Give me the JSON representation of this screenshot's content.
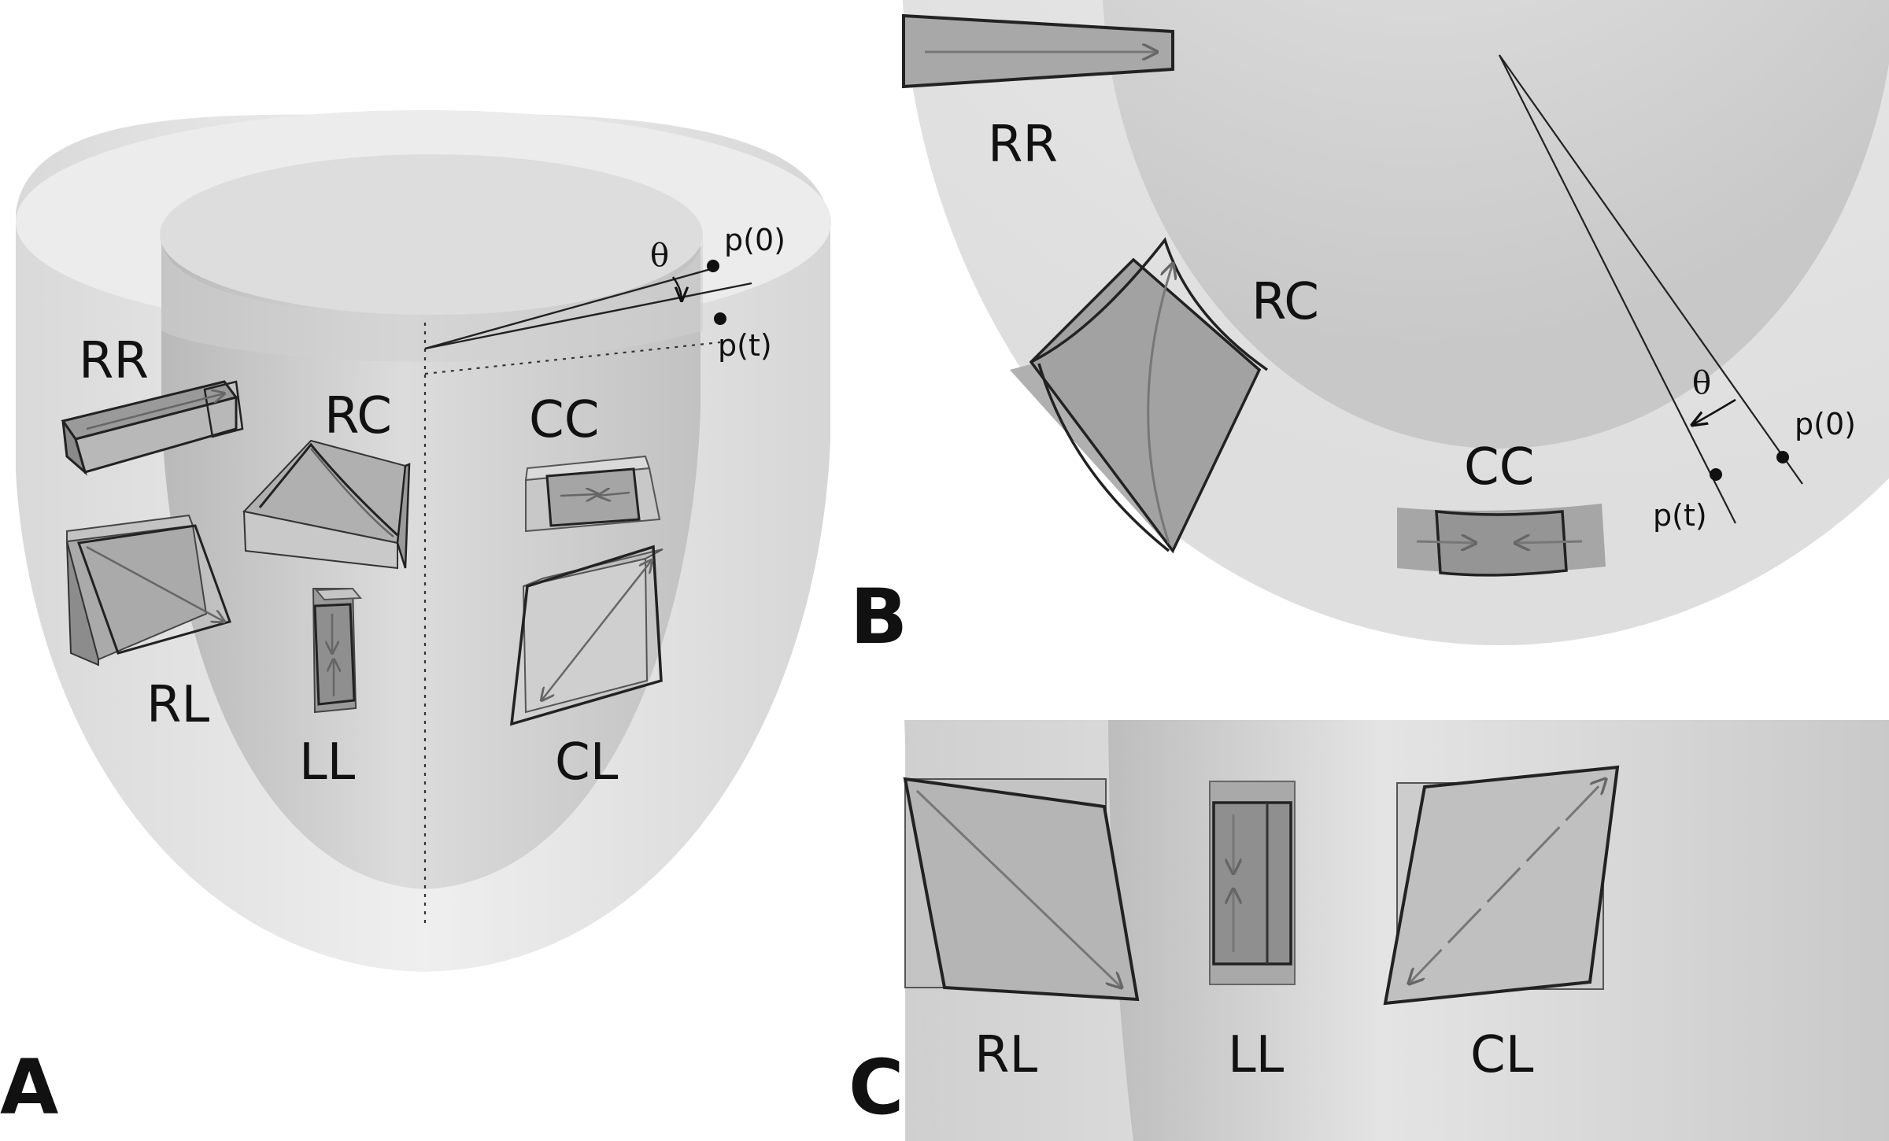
{
  "panel_labels": {
    "a": "A",
    "b": "B",
    "c": "C"
  },
  "strain_labels": {
    "rr": "RR",
    "rc": "RC",
    "cc": "CC",
    "rl": "RL",
    "ll": "LL",
    "cl": "CL"
  },
  "angle_symbol": "θ",
  "point_initial": "p(0)",
  "point_time": "p(t)",
  "colors": {
    "tissue_light": "#e8e8e8",
    "tissue_mid": "#d4d4d4",
    "tissue_dark": "#bdbdbd",
    "element_fill": "#a9a9a9",
    "element_dark": "#8e8e8e",
    "outline": "#262626",
    "arrow": "#777777"
  }
}
